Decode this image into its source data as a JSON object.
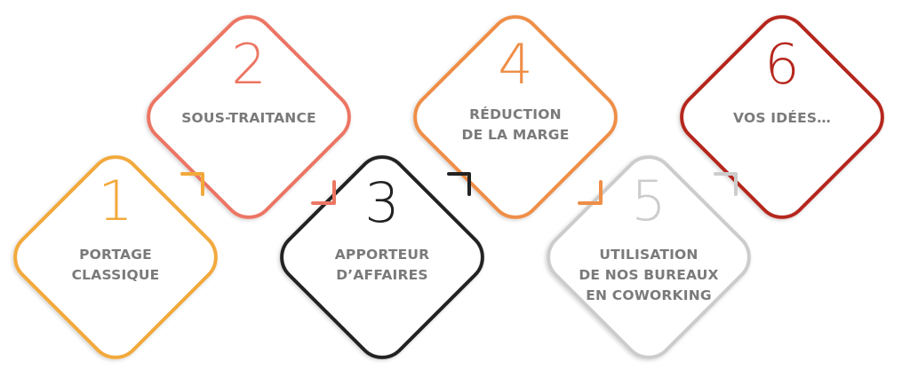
{
  "steps": [
    {
      "number": "1",
      "lines": [
        "PORTAGE",
        "CLASSIQUE"
      ],
      "color": "#f2a93b"
    },
    {
      "number": "2",
      "lines": [
        "SOUS-TRAITANCE"
      ],
      "color": "#ec7563"
    },
    {
      "number": "3",
      "lines": [
        "APPORTEUR",
        "D’AFFAIRES"
      ],
      "color": "#222222"
    },
    {
      "number": "4",
      "lines": [
        "RÉDUCTION",
        "DE LA MARGE"
      ],
      "color": "#ee8e47"
    },
    {
      "number": "5",
      "lines": [
        "UTILISATION",
        "DE NOS BUREAUX",
        "EN COWORKING"
      ],
      "color": "#cccccc"
    },
    {
      "number": "6",
      "lines": [
        "VOS IDÉES…"
      ],
      "color": "#b5271d"
    }
  ],
  "label_color": "#7a7a7a"
}
